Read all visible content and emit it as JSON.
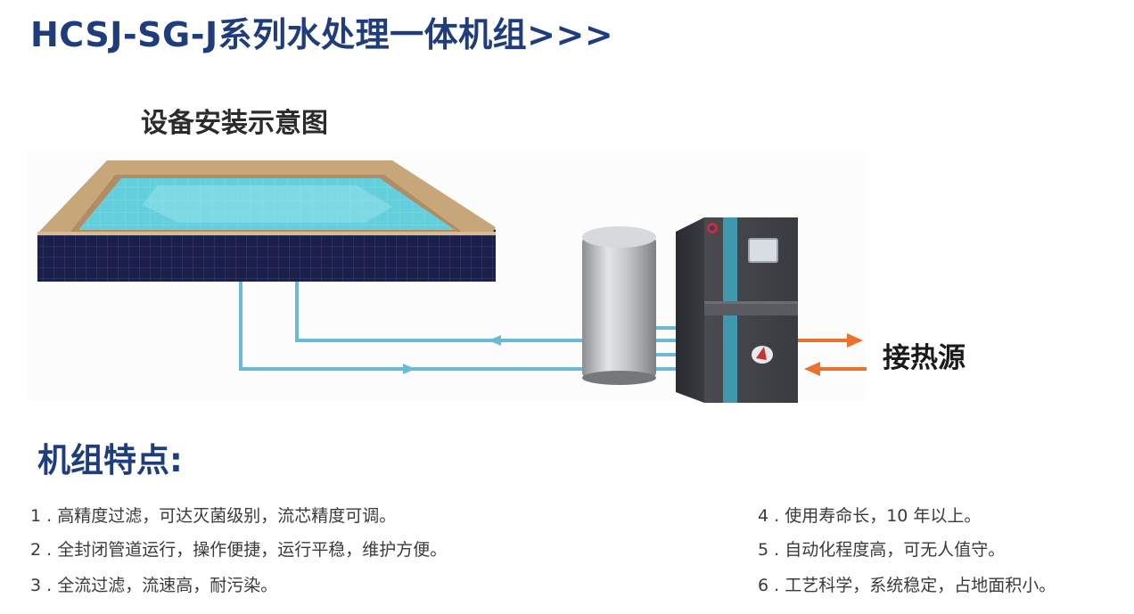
{
  "header": {
    "title": "HCSJ-SG-J系列水处理一体机组>>>"
  },
  "diagram": {
    "subtitle": "设备安装示意图",
    "heat_source_label": "接热源",
    "pipe_color": "#6bbad4",
    "arrow_color": "#e8722e",
    "components": [
      "pool",
      "filter-tank",
      "treatment-unit"
    ]
  },
  "features": {
    "title": "机组特点:",
    "items": [
      "1 . 高精度过滤，可达灭菌级别，流芯精度可调。",
      "2 . 全封闭管道运行，操作便捷，运行平稳，维护方便。",
      "3 . 全流过滤，流速高，耐污染。",
      "4 . 使用寿命长，10 年以上。",
      "5 . 自动化程度高，可无人值守。",
      "6 . 工艺科学，系统稳定，占地面积小。"
    ]
  }
}
